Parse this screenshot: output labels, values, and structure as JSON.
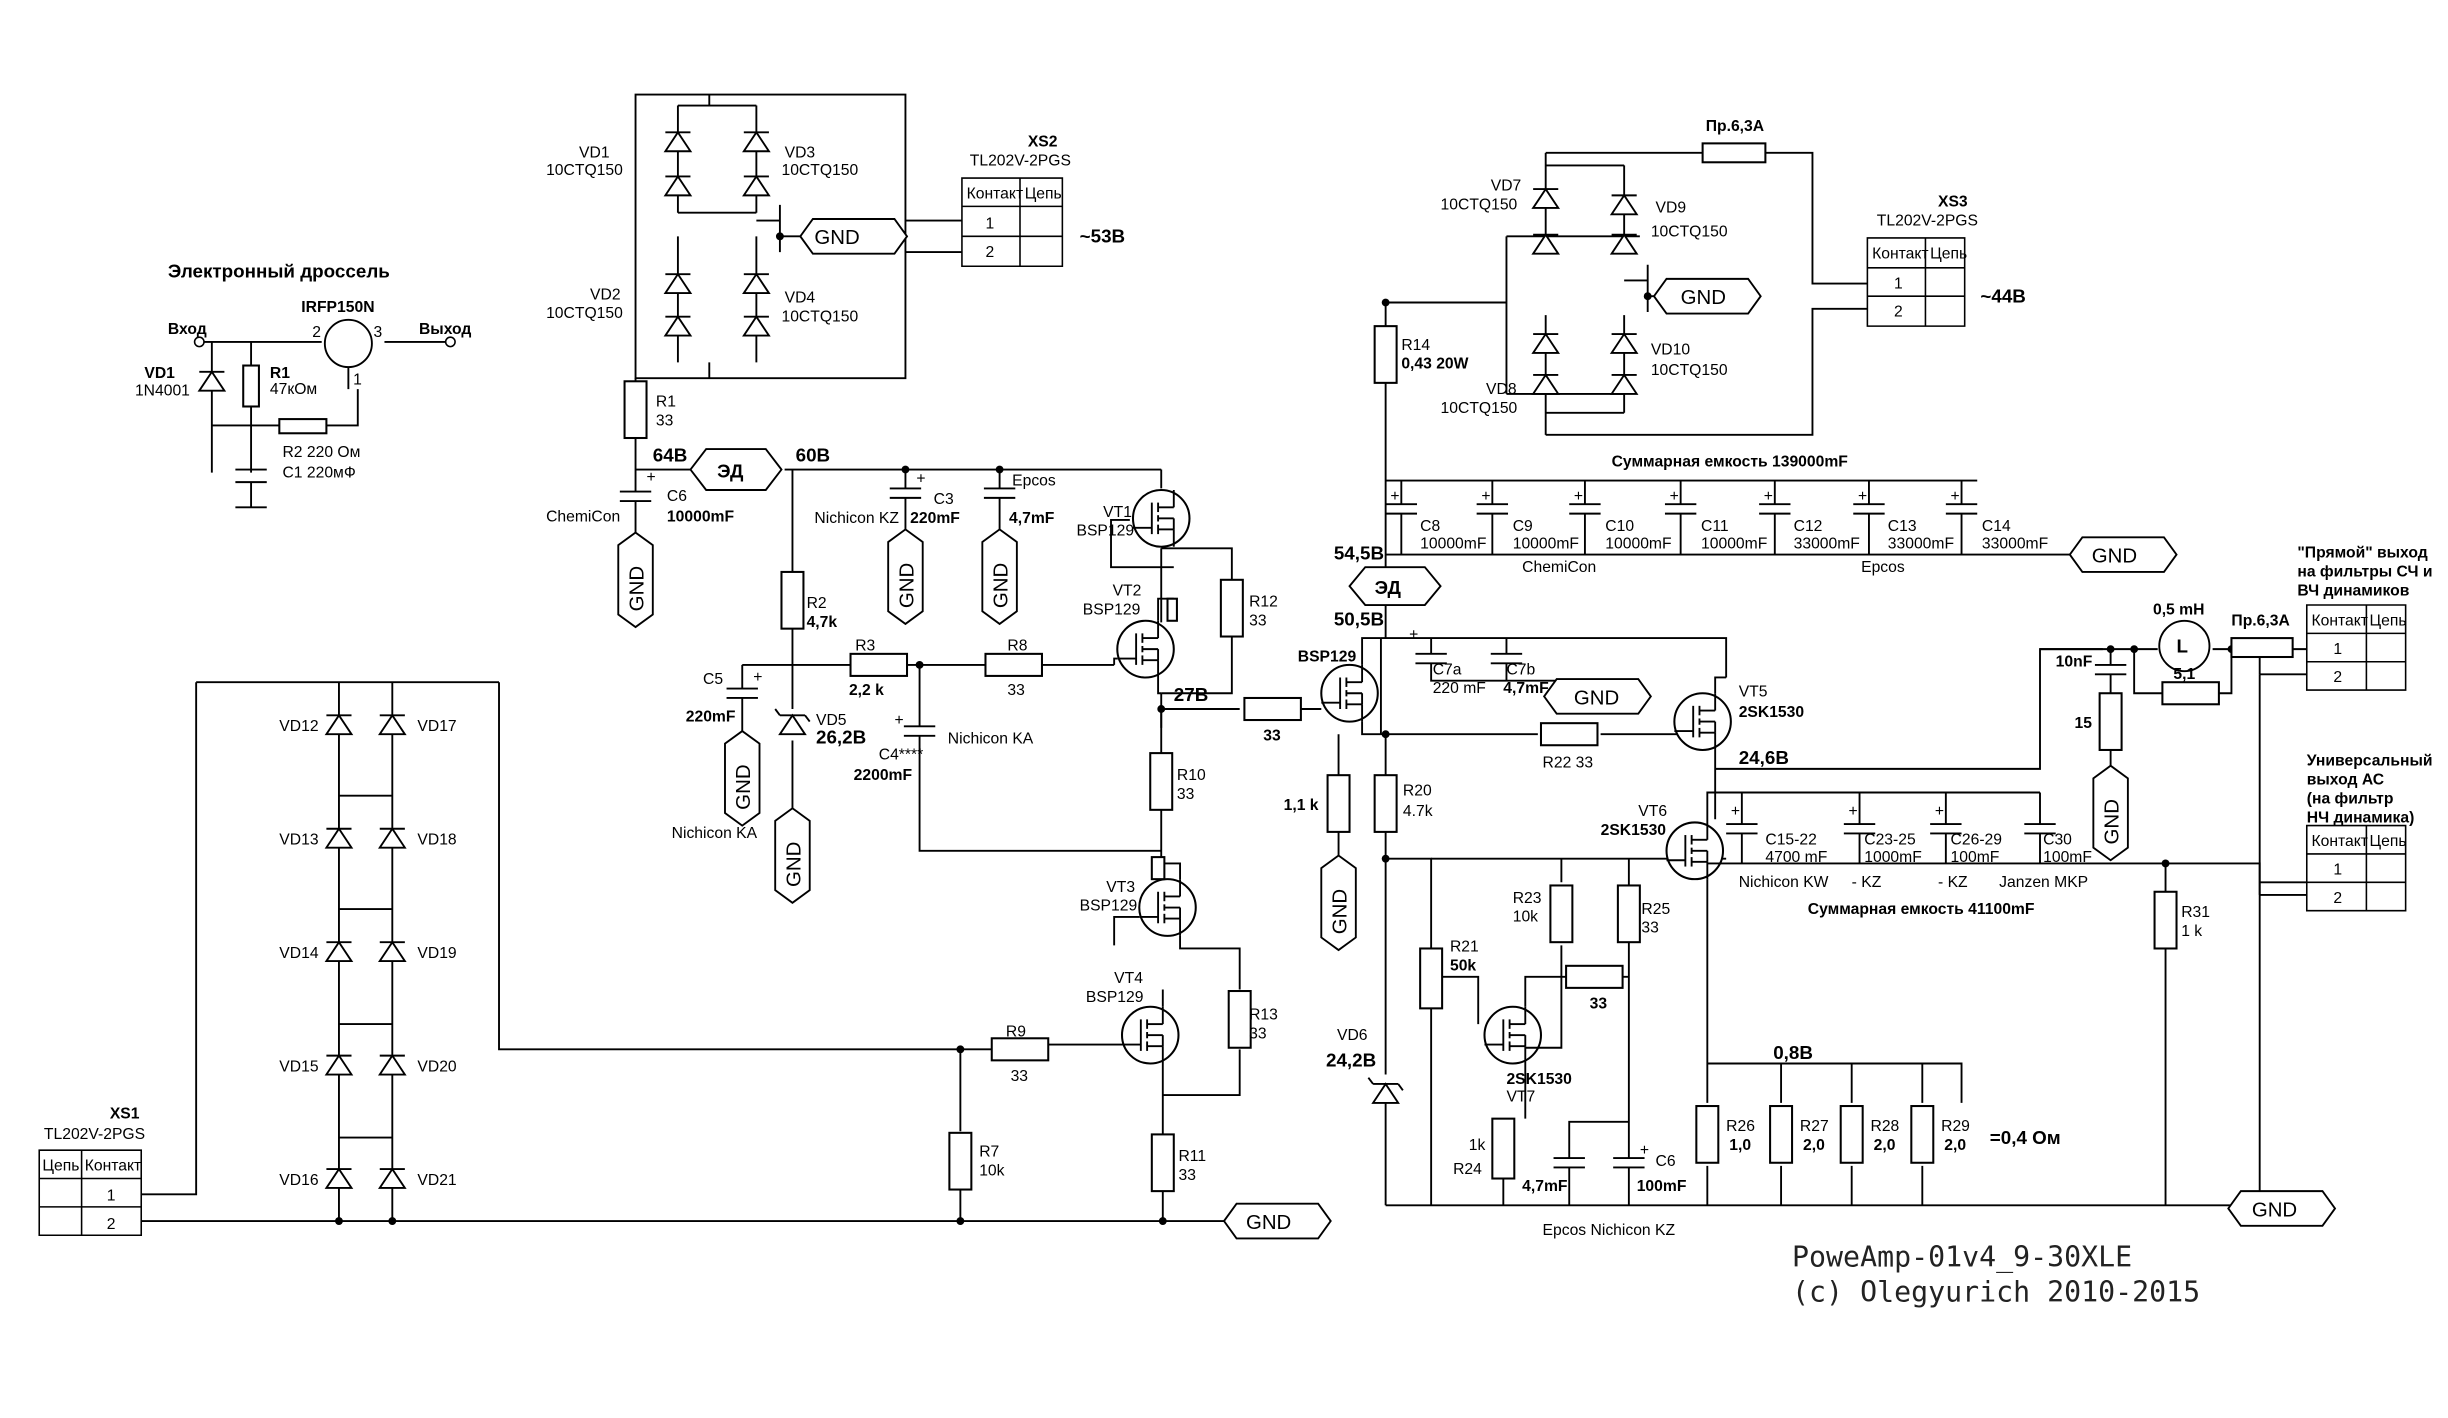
{
  "title_block": {
    "line1": "PoweAmp-01v4_9-30XLE",
    "line2": "(c) Olegyurich 2010-2015"
  },
  "choke": {
    "title": "Электронный дроссель",
    "transistor": "IRFP150N",
    "input": "Вход",
    "output": "Выход",
    "vd1": "VD1",
    "vd1_type": "1N4001",
    "r1": "R1",
    "r1_val": "47кОм",
    "r2": "R2  220 Ом",
    "c1": "C1 220мФ",
    "pin1": "1",
    "pin2": "2",
    "pin3": "3"
  },
  "connectors": {
    "contact": "Контакт",
    "circuit": "Цепь",
    "n1": "1",
    "n2": "2",
    "xs1": {
      "name": "XS1",
      "type": "TL202V-2PGS"
    },
    "xs2": {
      "name": "XS2",
      "type": "TL202V-2PGS",
      "voltage": "~53В"
    },
    "xs3": {
      "name": "XS3",
      "type": "TL202V-2PGS",
      "voltage": "~44В"
    },
    "out_direct": "\"Прямой\" выход на фильтры СЧ и ВЧ динамиков",
    "out_universal": "Универсальный выход АС (на фильтр НЧ динамика)"
  },
  "gnd": "GND",
  "ed": "ЭД",
  "diodes": {
    "vd1": "VD1",
    "vd2": "VD2",
    "vd3": "VD3",
    "vd4": "VD4",
    "vd7": "VD7",
    "vd8": "VD8",
    "vd9": "VD9",
    "vd10": "VD10",
    "type": "10CTQ150",
    "left_bridge": [
      "VD12",
      "VD13",
      "VD14",
      "VD15",
      "VD16"
    ],
    "right_bridge": [
      "VD17",
      "VD18",
      "VD19",
      "VD20",
      "VD21"
    ],
    "vd5": "VD5",
    "vd5_v": "26,2В",
    "vd6": "VD6",
    "vd6_v": "24,2В"
  },
  "voltages": {
    "v64": "64В",
    "v60": "60В",
    "v545": "54,5В",
    "v505": "50,5В",
    "v27": "27В",
    "v246": "24,6В",
    "v08": "0,8В"
  },
  "parts": {
    "r1": "R1",
    "r1v": "33",
    "r2": "R2",
    "r2v": "4,7k",
    "r3": "R3",
    "r3v": "2,2 k",
    "r7": "R7",
    "r7v": "10k",
    "r8": "R8",
    "r8v": "33",
    "r9": "R9",
    "r9v": "33",
    "r10": "R10",
    "r10v": "33",
    "r11": "R11",
    "r11v": "33",
    "r12": "R12",
    "r12v": "33",
    "r13": "R13",
    "r13v": "33",
    "r14": "R14",
    "r14v": "0,43  20W",
    "r_mid": "33",
    "r11k": "1,1 k",
    "r20": "R20",
    "r20v": "4.7k",
    "r21": "R21",
    "r21v": "50k",
    "r22": "R22 33",
    "r23": "R23",
    "r23v": "10k",
    "r24": "R24",
    "r24v": "1k",
    "r25": "R25",
    "r25v": "33",
    "r_33b": "33",
    "r26": "R26",
    "r26v": "1,0",
    "r27": "R27",
    "r27v": "2,0",
    "r28": "R28",
    "r28v": "2,0",
    "r29": "R29",
    "r29v": "2,0",
    "r_total": "=0,4 Ом",
    "r31": "R31",
    "r31v": "1 k",
    "r51": "5,1",
    "c10nf": "10nF",
    "r15": "15",
    "l": "L",
    "l_val": "0,5 mH",
    "fuse": "Пр.6,3А",
    "c6": "C6",
    "c6v": "10000mF",
    "chemicon": "ChemiCon",
    "c3": "C3",
    "c3v": "220mF",
    "nichicon_kz": "Nichicon KZ",
    "epcos": "Epcos",
    "c47": "4,7mF",
    "c5": "C5",
    "c5v": "220mF",
    "nichicon_ka": "Nichicon KA",
    "c4": "C4****",
    "c4v": "2200mF",
    "c7a": "C7a",
    "c7av": "220 mF",
    "c7b": "C7b",
    "c7bv": "4,7mF",
    "c8": "C8",
    "c9": "C9",
    "c10": "C10",
    "c11": "C11",
    "c12": "C12",
    "c13": "C13",
    "c14": "C14",
    "c10000": "10000mF",
    "c33000": "33000mF",
    "sum1": "Суммарная емкость 139000mF",
    "c1522": "C15-22",
    "c1522v": "4700 mF",
    "c2325": "C23-25",
    "c2325v": "1000mF",
    "c2629": "C26-29",
    "c2629v": "100mF",
    "c30": "C30",
    "c30v": "100mF",
    "nichicon_kw": "Nichicon KW",
    "kz": "- KZ",
    "janzen": "Janzen MKP",
    "sum2": "Суммарная емкость 41100mF",
    "c6b": "C6",
    "c6bv": "100mF",
    "c47b": "4,7mF",
    "epcos_nich": "Epcos  Nichicon KZ"
  },
  "transistors": {
    "vt1": "VT1",
    "vt2": "VT2",
    "vt3": "VT3",
    "vt4": "VT4",
    "bsp": "BSP129",
    "vt5": "VT5",
    "vt6": "VT6",
    "vt7": "VT7",
    "sk": "2SK1530",
    "bsp_mid": "BSP129"
  }
}
